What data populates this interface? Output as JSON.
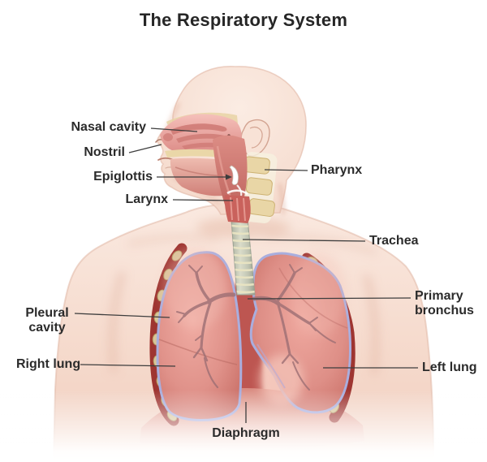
{
  "title": "The Respiratory System",
  "labels": {
    "nasal_cavity": "Nasal cavity",
    "nostril": "Nostril",
    "epiglottis": "Epiglottis",
    "larynx": "Larynx",
    "pharynx": "Pharynx",
    "trachea": "Trachea",
    "primary_bronchus": "Primary bronchus",
    "pleural_cavity": "Pleural cavity",
    "right_lung": "Right lung",
    "left_lung": "Left lung",
    "diaphragm": "Diaphragm"
  },
  "colors": {
    "label_text": "#2b2b2b",
    "leader_line": "#3d3d3d",
    "skin": "#f6dfd4",
    "skin_shadow": "#e4b9a8",
    "lung": "#dd8d85",
    "lung_edge": "#c4655f",
    "pleura": "#a9aede",
    "rib_band": "#9e3531",
    "rib_bone": "#d8c598",
    "trachea_tube": "#c7cbbc",
    "trachea_ring": "#e9e4c2",
    "nasal_cavity_pink": "#eba9a6",
    "throat_red": "#cc7a72",
    "vertebra_tan": "#e9d6a6",
    "diaphragm_fill": "#df958b",
    "mediastinum": "#bd5751"
  }
}
